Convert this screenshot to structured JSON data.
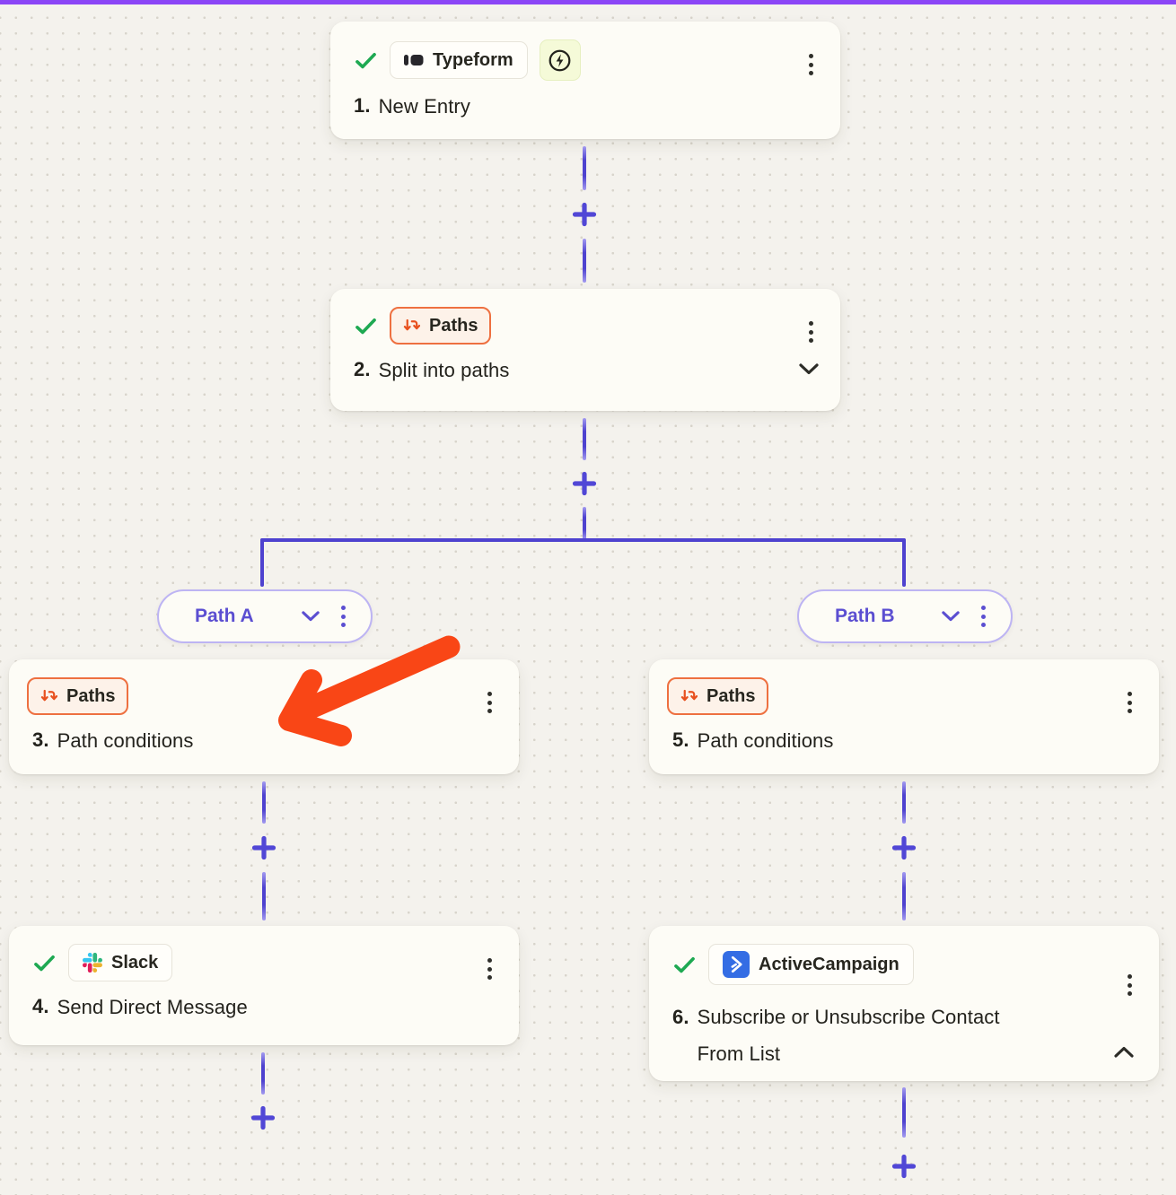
{
  "workflow": {
    "steps": {
      "s1": {
        "app_label": "Typeform",
        "num": "1.",
        "title": "New Entry"
      },
      "s2": {
        "app_label": "Paths",
        "num": "2.",
        "title": "Split into paths"
      },
      "s3": {
        "app_label": "Paths",
        "num": "3.",
        "title": "Path conditions"
      },
      "s4": {
        "app_label": "Slack",
        "num": "4.",
        "title": "Send Direct Message"
      },
      "s5": {
        "app_label": "Paths",
        "num": "5.",
        "title": "Path conditions"
      },
      "s6": {
        "app_label": "ActiveCampaign",
        "num": "6.",
        "title_line1": "Subscribe or Unsubscribe Contact",
        "title_line2": "From List"
      }
    },
    "branches": {
      "path_a": "Path A",
      "path_b": "Path B"
    }
  },
  "icons": {
    "check-icon": "green checkmark",
    "typeform-icon": "dark bar + rounded square logo",
    "instant-trigger-icon": "lightning bolt in circle on yellow-green chip",
    "paths-icon": "orange split arrows",
    "slack-icon": "four-color slack hash",
    "activecampaign-icon": "white chevrons on blue square",
    "kebab-menu-icon": "three vertical dots",
    "chevron-down-icon": "collapse caret down",
    "chevron-up-icon": "collapse caret up",
    "plus-icon": "add step plus",
    "annotation-arrow-icon": "orange hand-drawn arrow pointing at step 3"
  },
  "colors": {
    "top_accent": "#8b45f6",
    "canvas_bg": "#f4f2ed",
    "card_bg": "#fdfcf6",
    "connector_purple": "#4e42cf",
    "path_pill_border": "#bdb4f3",
    "path_label_purple": "#5b4ed1",
    "paths_orange": "#e8511f",
    "check_green": "#1ea952",
    "annotation_orange": "#f94616",
    "activecampaign_blue": "#346de4"
  }
}
